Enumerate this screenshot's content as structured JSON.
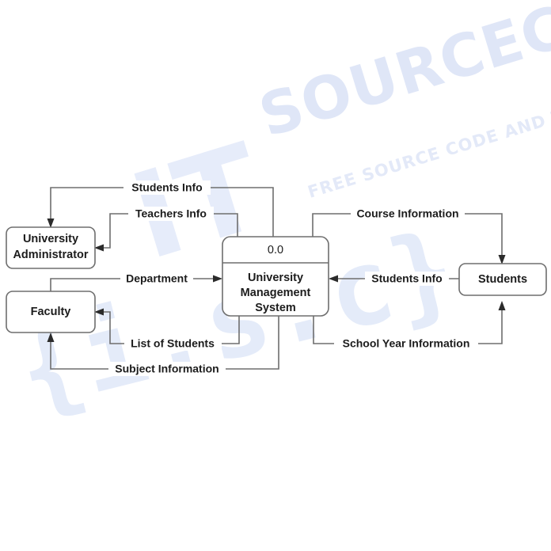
{
  "diagram": {
    "type": "data-flow-diagram",
    "level": "Context Diagram (Level 0)",
    "background_color": "#ffffff",
    "line_color": "#6e6e6e",
    "text_color": "#1c1c1c",
    "watermark_color": "#dfe6f7"
  },
  "watermark": {
    "main": "SOURCECODE",
    "sub": "FREE SOURCE CODE AND TUTORIALS",
    "bracket": "{i.s.c}",
    "left_big": "IT"
  },
  "process": {
    "id": "0.0",
    "name_line1": "University",
    "name_line2": "Management",
    "name_line3": "System",
    "name": "University Management System"
  },
  "entities": [
    {
      "key": "university_administrator",
      "line1": "University",
      "line2": "Administrator",
      "label": "University Administrator"
    },
    {
      "key": "faculty",
      "line1": "Faculty",
      "line2": "",
      "label": "Faculty"
    },
    {
      "key": "students",
      "line1": "Students",
      "line2": "",
      "label": "Students"
    }
  ],
  "flows": [
    {
      "key": "students_info_to_admin",
      "label": "Students Info",
      "from": "University Management System",
      "to": "University Administrator"
    },
    {
      "key": "teachers_info_to_admin",
      "label": "Teachers Info",
      "from": "University Management System",
      "to": "University Administrator"
    },
    {
      "key": "department_to_system",
      "label": "Department",
      "from": "Faculty",
      "to": "University Management System"
    },
    {
      "key": "list_of_students_to_faculty",
      "label": "List of Students",
      "from": "University Management System",
      "to": "Faculty"
    },
    {
      "key": "subject_information_to_faculty",
      "label": "Subject Information",
      "from": "University Management System",
      "to": "Faculty"
    },
    {
      "key": "course_information_to_students",
      "label": "Course Information",
      "from": "University Management System",
      "to": "Students"
    },
    {
      "key": "students_info_to_system",
      "label": "Students Info",
      "from": "Students",
      "to": "University Management System"
    },
    {
      "key": "school_year_information_to_students",
      "label": "School Year Information",
      "from": "University Management System",
      "to": "Students"
    }
  ]
}
